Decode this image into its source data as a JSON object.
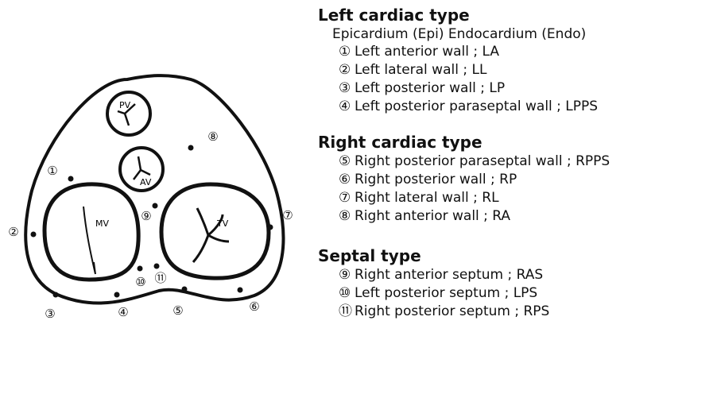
{
  "diagram": {
    "valves": {
      "pv": "PV",
      "av": "AV",
      "mv": "MV",
      "tv": "TV"
    },
    "sites": [
      {
        "num": "①"
      },
      {
        "num": "②"
      },
      {
        "num": "③"
      },
      {
        "num": "④"
      },
      {
        "num": "⑤"
      },
      {
        "num": "⑥"
      },
      {
        "num": "⑦"
      },
      {
        "num": "⑧"
      },
      {
        "num": "⑨"
      },
      {
        "num": "⑩"
      },
      {
        "num": "⑪"
      }
    ]
  },
  "legend": {
    "left": {
      "title": "Left cardiac type",
      "subtitle": "Epicardium (Epi)  Endocardium (Endo)",
      "items": [
        {
          "num": "①",
          "text": "Left anterior wall ; LA"
        },
        {
          "num": "②",
          "text": "Left lateral wall ; LL"
        },
        {
          "num": "③",
          "text": "Left posterior wall ; LP"
        },
        {
          "num": "④",
          "text": "Left posterior paraseptal wall ; LPPS"
        }
      ]
    },
    "right": {
      "title": "Right cardiac type",
      "items": [
        {
          "num": "⑤",
          "text": "Right posterior paraseptal wall ; RPPS"
        },
        {
          "num": "⑥",
          "text": "Right posterior wall ; RP"
        },
        {
          "num": "⑦",
          "text": "Right lateral wall ; RL"
        },
        {
          "num": "⑧",
          "text": "Right anterior wall ; RA"
        }
      ]
    },
    "septal": {
      "title": "Septal type",
      "items": [
        {
          "num": "⑨",
          "text": "Right anterior septum ; RAS"
        },
        {
          "num": "⑩",
          "text": "Left posterior septum ; LPS"
        },
        {
          "num": "⑪",
          "text": "Right posterior septum ; RPS"
        }
      ]
    }
  }
}
